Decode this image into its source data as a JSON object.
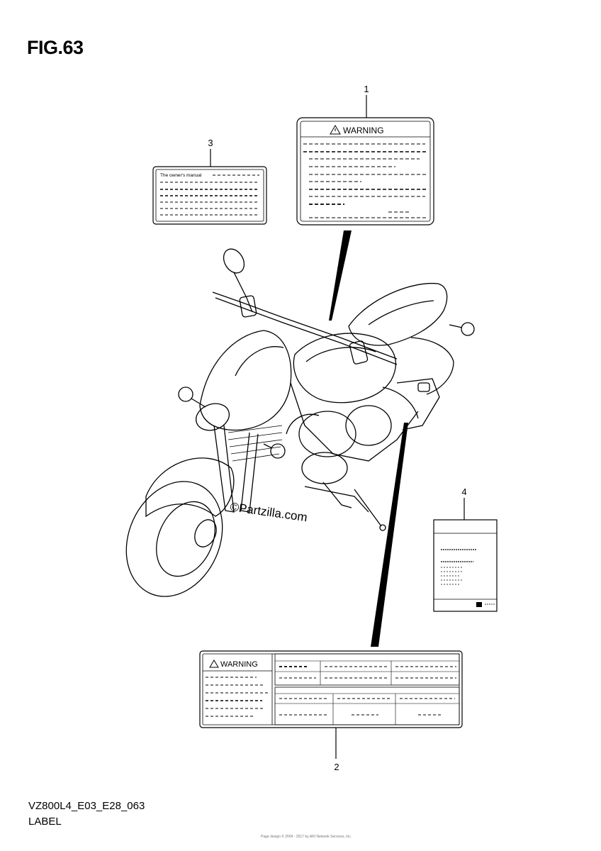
{
  "figure": {
    "title": "FIG.63"
  },
  "callouts": {
    "c1": "1",
    "c2": "2",
    "c3": "3",
    "c4": "4"
  },
  "label_1": {
    "heading": "WARNING"
  },
  "label_2": {
    "heading": "WARNING"
  },
  "label_3": {
    "heading": "The owner's manual"
  },
  "watermark": "©Partzilla.com",
  "footer": {
    "code": "VZ800L4_E03_E28_063",
    "caption": "LABEL",
    "copyright": "Page design © 2004 - 2017 by ARI Network Services, Inc."
  }
}
